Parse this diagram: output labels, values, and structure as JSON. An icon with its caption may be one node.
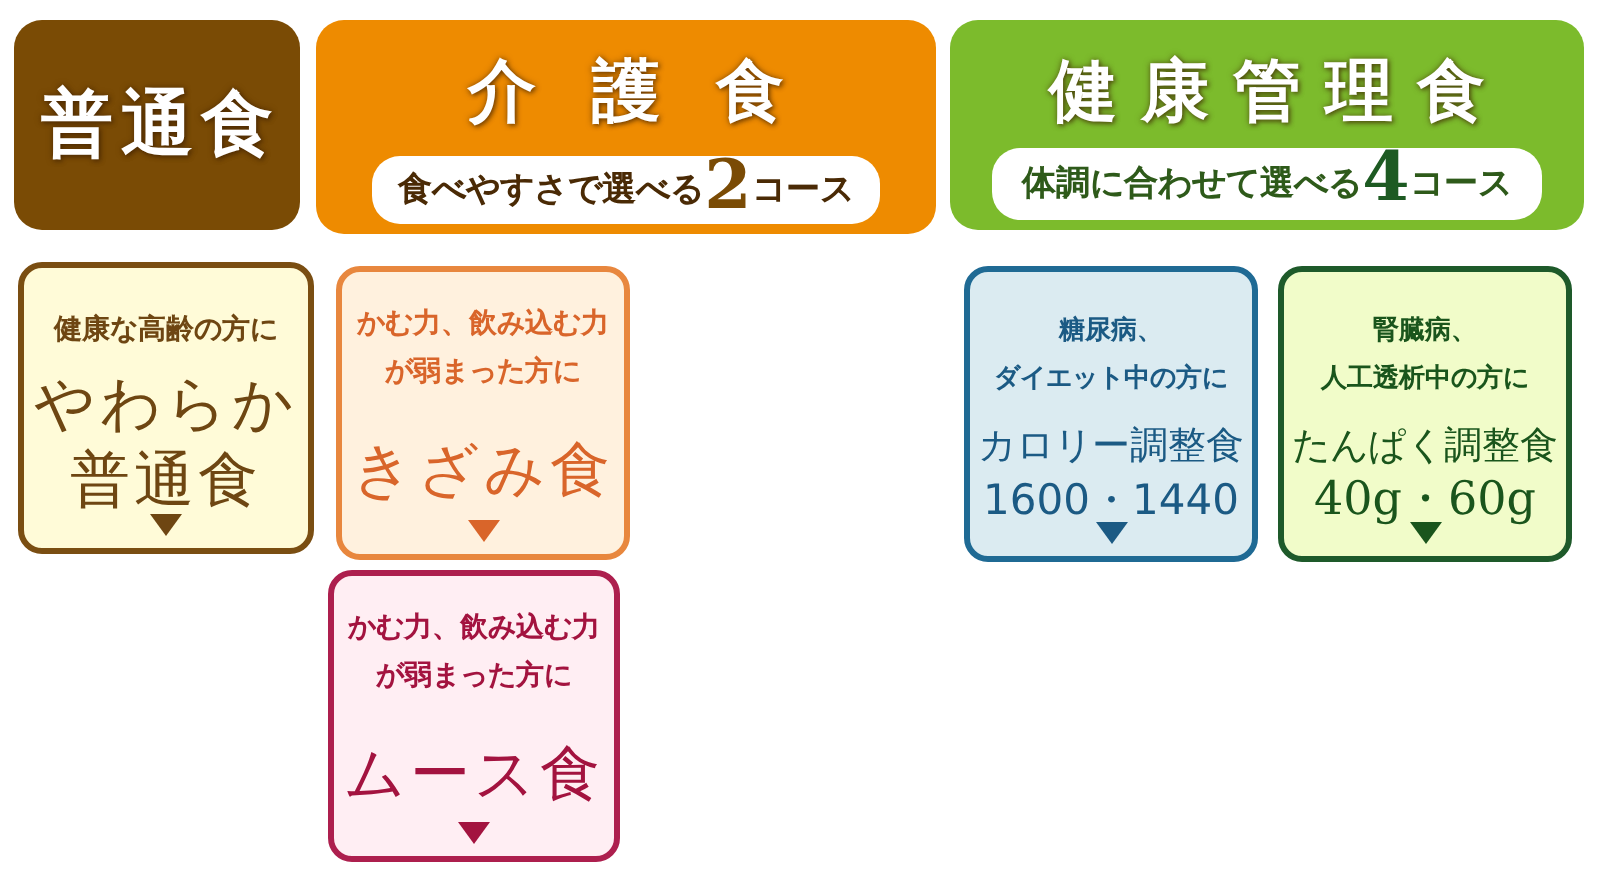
{
  "diagram": {
    "nodes": [
      {
        "text": [
          "普通食"
        ]
      },
      {
        "text": [
          "介護食",
          "食べやすさで選べる**2**コース"
        ]
      },
      {
        "text": [
          "健康管理食",
          "体調に合わせて選べる**4**コース"
        ]
      },
      {
        "text": [
          "健康な高齢の方に",
          "やわらか普通食"
        ]
      },
      {
        "text": [
          "かむ力、飲み込む力が弱まった方に",
          "きざみ食"
        ]
      },
      {
        "text": [
          "かむ力、飲み込む力が弱まった方に",
          "ムース食"
        ]
      },
      {
        "text": [
          "糖尿病、ダイエット中の方に",
          "カロリー調整食",
          "1600・1440"
        ]
      },
      {
        "text": [
          "腎臓病、人工透析中の方に",
          "たんぱく調整食",
          "40g・60g"
        ]
      }
    ]
  }
}
